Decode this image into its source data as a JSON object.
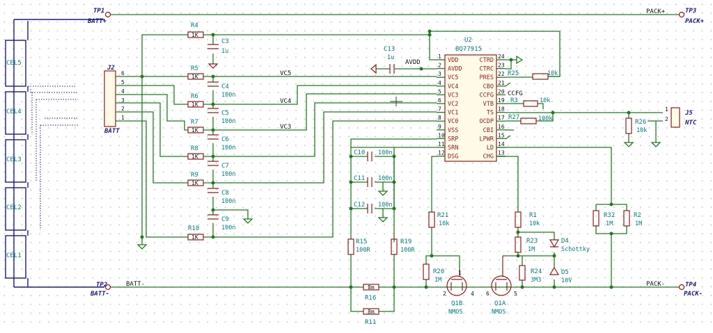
{
  "testpoints": [
    {
      "ref": "TP1",
      "net": "BATT+"
    },
    {
      "ref": "TP2",
      "net": "BATT-"
    },
    {
      "ref": "TP3",
      "net": "PACK+"
    },
    {
      "ref": "TP4",
      "net": "PACK-"
    }
  ],
  "nets": {
    "pack_plus": "PACK+",
    "batt_minus": "BATT-",
    "pack_minus": "PACK-",
    "avdd": "AVDD",
    "vc5": "VC5",
    "vc4": "VC4",
    "vc3": "VC3"
  },
  "cells": [
    "CEL5",
    "CEL4",
    "CEL3",
    "CEL2",
    "CEL1"
  ],
  "connectors": {
    "j2": {
      "ref": "J2",
      "name": "BATT",
      "pins": [
        "6",
        "5",
        "4",
        "3",
        "2",
        "1"
      ]
    },
    "j5": {
      "ref": "J5",
      "name": "NTC",
      "pins": [
        "1",
        "2"
      ]
    }
  },
  "ic": {
    "ref": "U2",
    "part": "BQ77915",
    "left_pins": [
      {
        "num": "1",
        "name": "VDD"
      },
      {
        "num": "2",
        "name": "AVDD"
      },
      {
        "num": "3",
        "name": "VC5"
      },
      {
        "num": "4",
        "name": "VC4"
      },
      {
        "num": "5",
        "name": "VC3"
      },
      {
        "num": "6",
        "name": "VC2"
      },
      {
        "num": "7",
        "name": "VC1"
      },
      {
        "num": "8",
        "name": "VC0"
      },
      {
        "num": "9",
        "name": "VSS"
      },
      {
        "num": "10",
        "name": "SRP"
      },
      {
        "num": "11",
        "name": "SRN"
      },
      {
        "num": "12",
        "name": "DSG"
      }
    ],
    "right_pins": [
      {
        "num": "24",
        "name": "CTRD"
      },
      {
        "num": "23",
        "name": "CTRC"
      },
      {
        "num": "22",
        "name": "PRES"
      },
      {
        "num": "21",
        "name": "CBO"
      },
      {
        "num": "20",
        "name": "CCFG"
      },
      {
        "num": "19",
        "name": "VTB"
      },
      {
        "num": "18",
        "name": "TS"
      },
      {
        "num": "17",
        "name": "OCDP"
      },
      {
        "num": "16",
        "name": "CBI"
      },
      {
        "num": "15",
        "name": "LPWR"
      },
      {
        "num": "14",
        "name": "LD"
      },
      {
        "num": "13",
        "name": "CHG"
      }
    ],
    "ccfg_label": "CCFG"
  },
  "resistors": [
    {
      "ref": "R4",
      "value": "1K"
    },
    {
      "ref": "R5",
      "value": "1K"
    },
    {
      "ref": "R6",
      "value": "1K"
    },
    {
      "ref": "R7",
      "value": "1K"
    },
    {
      "ref": "R8",
      "value": "1K"
    },
    {
      "ref": "R9",
      "value": "1K"
    },
    {
      "ref": "R10",
      "value": "1K"
    },
    {
      "ref": "R25",
      "value": "10k"
    },
    {
      "ref": "R3",
      "value": "10k"
    },
    {
      "ref": "R27",
      "value": "100k"
    },
    {
      "ref": "R26",
      "value": "10k"
    },
    {
      "ref": "R15",
      "value": "100R"
    },
    {
      "ref": "R19",
      "value": "100R"
    },
    {
      "ref": "R16",
      "value": "8m"
    },
    {
      "ref": "R11",
      "value": "8m"
    },
    {
      "ref": "R21",
      "value": "10k"
    },
    {
      "ref": "R20",
      "value": "1M"
    },
    {
      "ref": "R1",
      "value": "10k"
    },
    {
      "ref": "R23",
      "value": "1M"
    },
    {
      "ref": "R24",
      "value": "3M3"
    },
    {
      "ref": "R32",
      "value": "1M"
    },
    {
      "ref": "R2",
      "value": "1M"
    }
  ],
  "capacitors": [
    {
      "ref": "C3",
      "value": "1u"
    },
    {
      "ref": "C4",
      "value": "100n"
    },
    {
      "ref": "C5",
      "value": "100n"
    },
    {
      "ref": "C6",
      "value": "100n"
    },
    {
      "ref": "C7",
      "value": "100n"
    },
    {
      "ref": "C8",
      "value": "100n"
    },
    {
      "ref": "C9",
      "value": "100n"
    },
    {
      "ref": "C13",
      "value": "1u"
    },
    {
      "ref": "C10",
      "value": "100n"
    },
    {
      "ref": "C11",
      "value": "100n"
    },
    {
      "ref": "C12",
      "value": "100n"
    }
  ],
  "diodes": [
    {
      "ref": "D4",
      "value": "Schottky"
    },
    {
      "ref": "D5",
      "value": "10V"
    }
  ],
  "mosfets": [
    {
      "ref": "Q1B",
      "value": "NMOS",
      "pins": [
        "2",
        "1",
        "4"
      ]
    },
    {
      "ref": "Q1A",
      "value": "NMOS",
      "pins": [
        "6",
        "5"
      ]
    }
  ]
}
